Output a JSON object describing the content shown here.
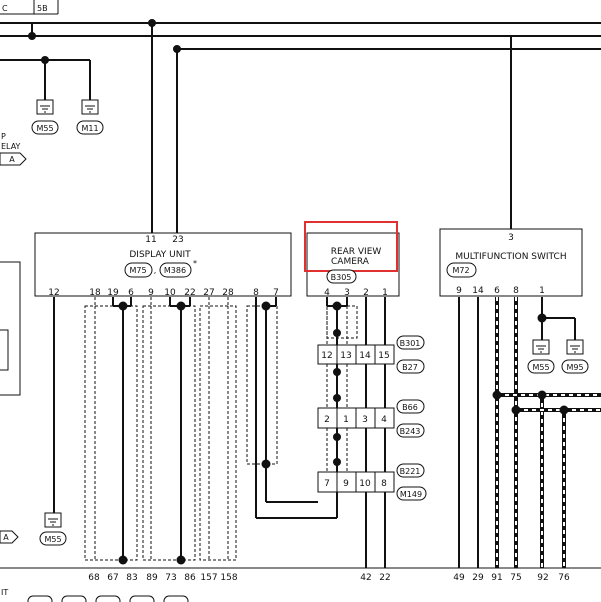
{
  "top_edge": {
    "left_label": "C",
    "center_label": "5B"
  },
  "left_fragments": {
    "relay_line1": "P",
    "relay_line2": "ELAY",
    "bottom_text": "IT",
    "arrow_a_top": "A",
    "arrow_a_bottom": "A"
  },
  "grounds": {
    "g_m55_top": "M55",
    "g_m11": "M11",
    "g_m55_left_bottom": "M55",
    "g_m55_right": "M55",
    "g_m95": "M95"
  },
  "display_unit": {
    "title": "DISPLAY UNIT",
    "connector_1": "M75",
    "connector_sep": ",",
    "connector_2": "M386",
    "connector_2_mark": "*",
    "top_pins": [
      "11",
      "23"
    ],
    "bottom_pins": [
      "12",
      "18",
      "19",
      "6",
      "9",
      "10",
      "22",
      "27",
      "28",
      "8",
      "7"
    ],
    "harness_pins": [
      "68",
      "67",
      "83",
      "89",
      "73",
      "86",
      "157",
      "158"
    ]
  },
  "camera": {
    "title_line1": "REAR VIEW",
    "title_line2": "CAMERA",
    "connector": "B305",
    "highlight_color": "#e03030",
    "pins": [
      "4",
      "3",
      "2",
      "1"
    ],
    "bottom_pins": [
      "42",
      "22"
    ]
  },
  "connector_blocks": [
    {
      "pins": [
        "12",
        "13",
        "14",
        "15"
      ],
      "label": "B301"
    },
    {
      "pins": [],
      "label": "B27"
    },
    {
      "pins": [],
      "label": "B66"
    },
    {
      "pins": [
        "2",
        "1",
        "3",
        "4"
      ],
      "label": "B243"
    },
    {
      "pins": [],
      "label": "B221"
    },
    {
      "pins": [
        "7",
        "9",
        "10",
        "8"
      ],
      "label": "M149"
    }
  ],
  "multifunction": {
    "title": "MULTIFUNCTION SWITCH",
    "connector": "M72",
    "top_pin": "3",
    "pins": [
      "9",
      "14",
      "6",
      "8",
      "1"
    ],
    "bottom_pins": [
      "49",
      "29",
      "91",
      "75",
      "92",
      "76"
    ]
  }
}
